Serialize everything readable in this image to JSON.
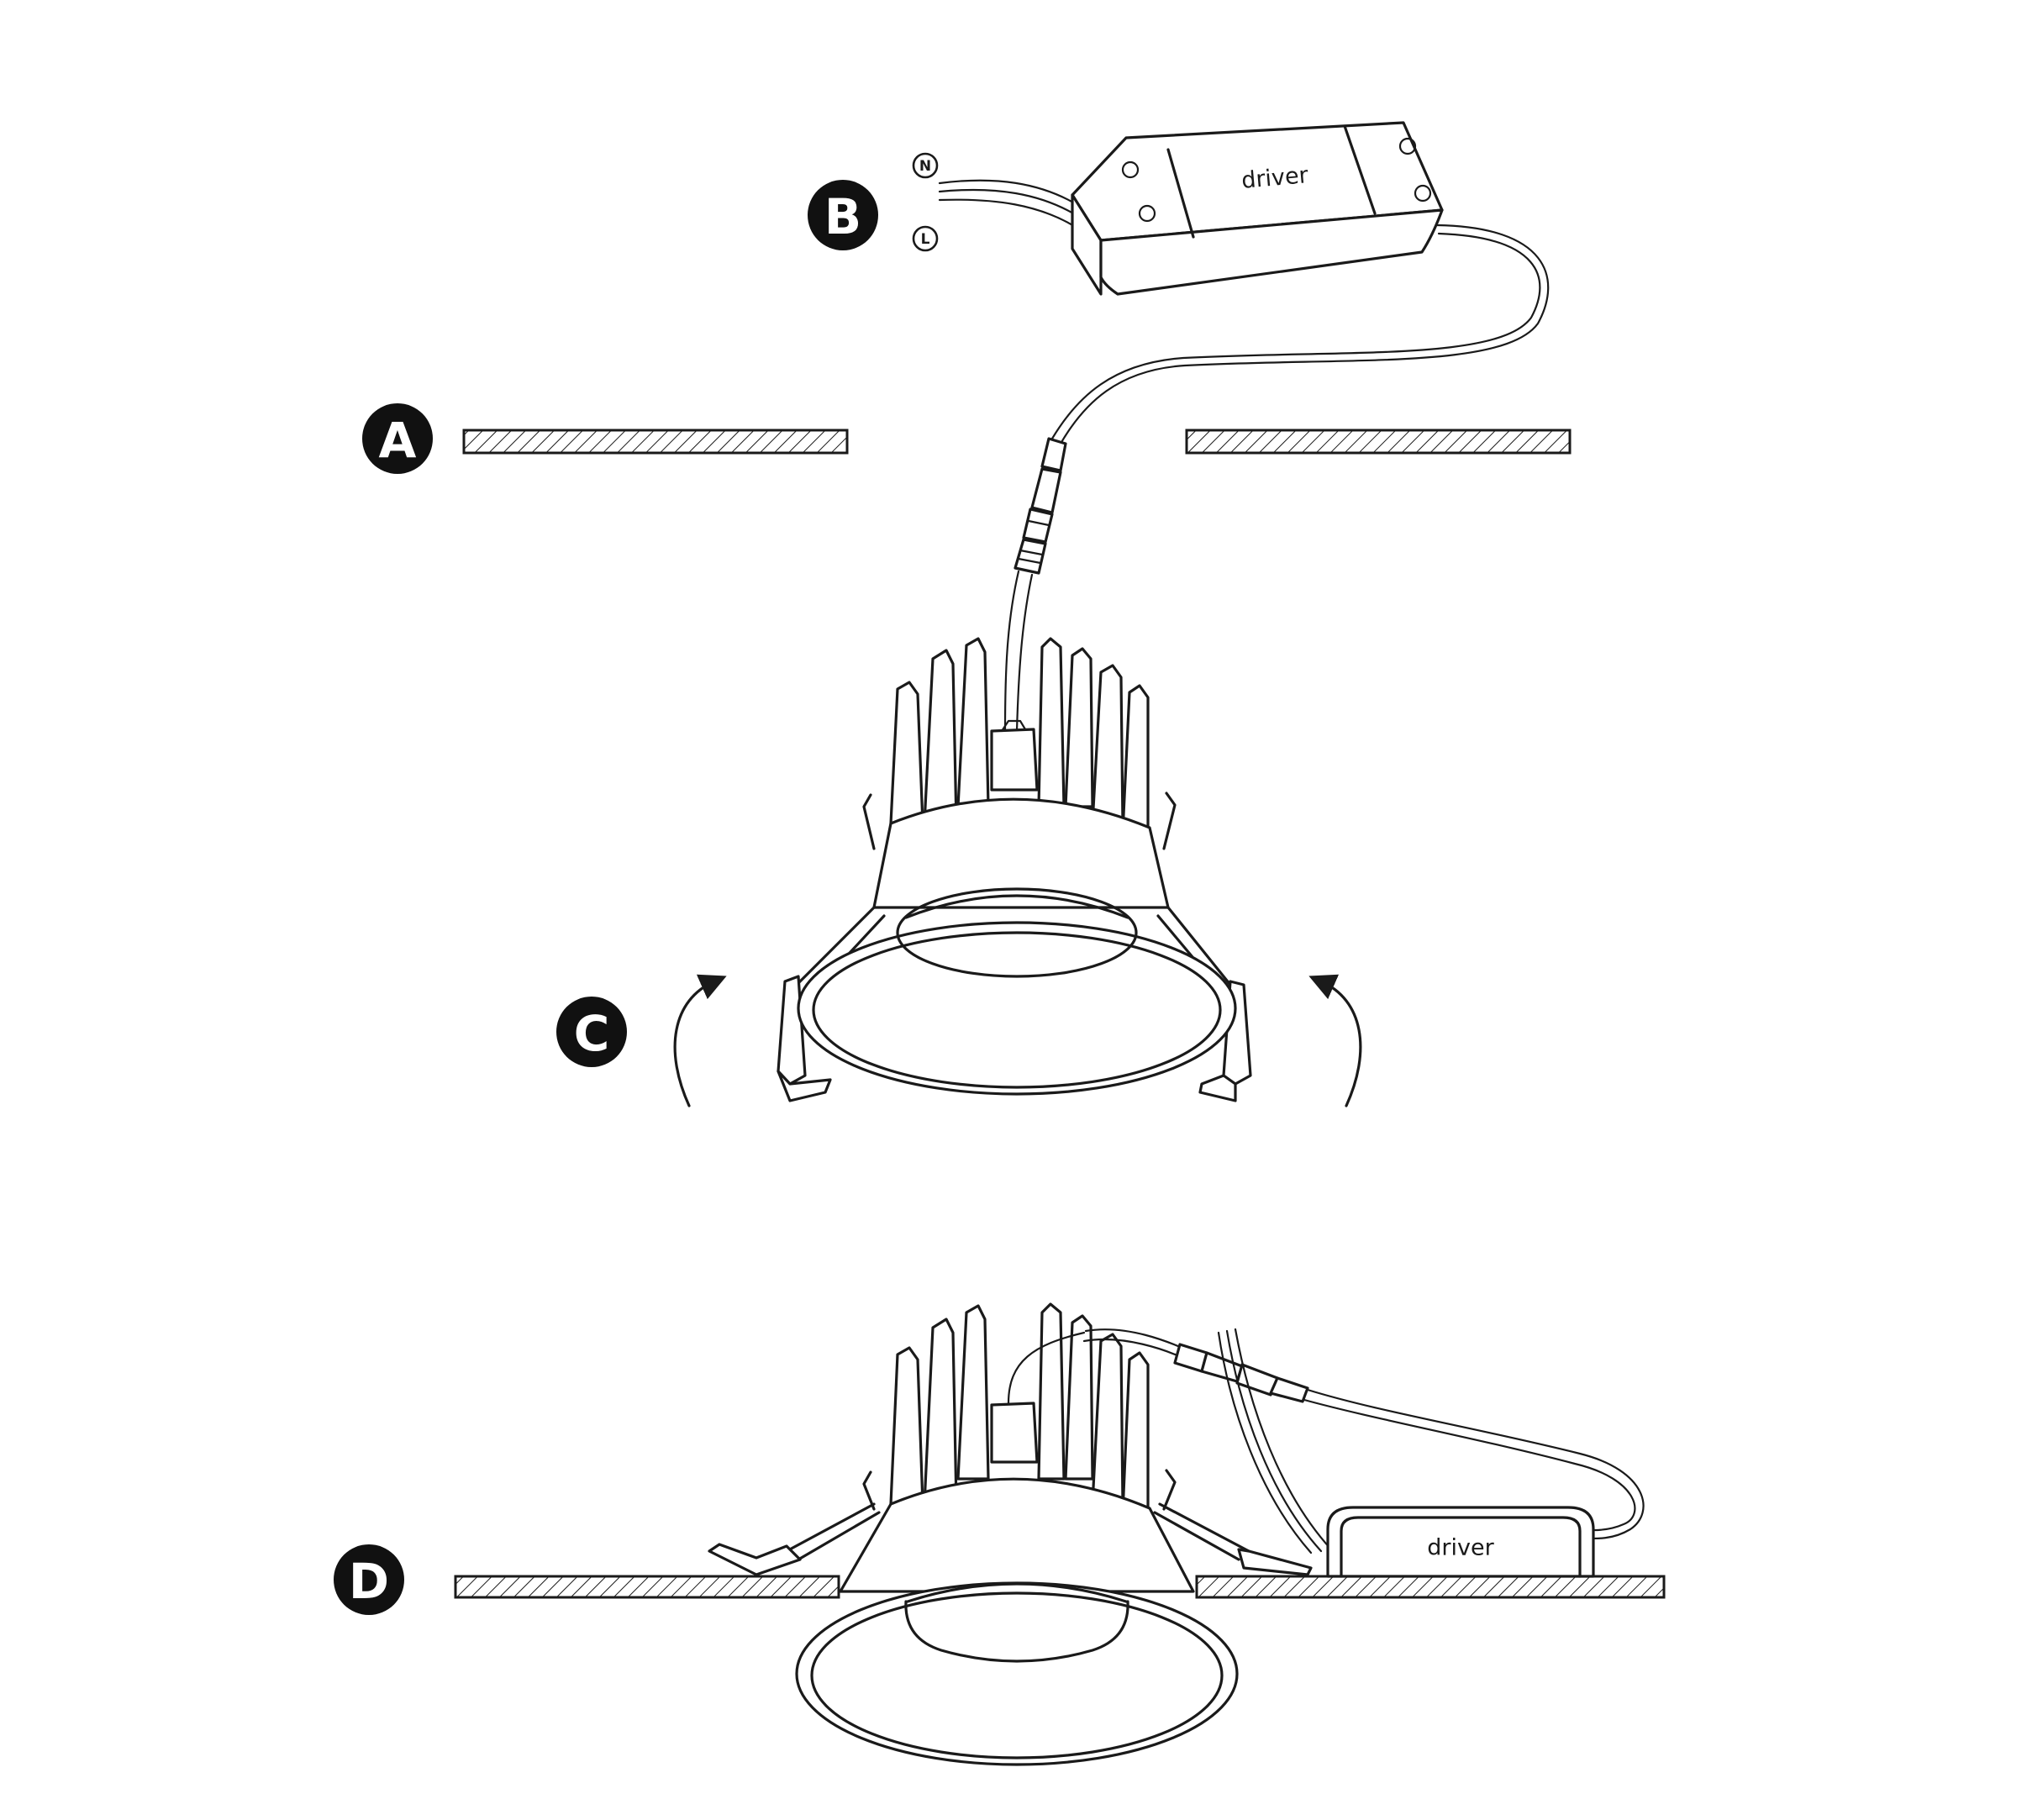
{
  "steps": {
    "a": {
      "label": "A"
    },
    "b": {
      "label": "B"
    },
    "c": {
      "label": "C"
    },
    "d": {
      "label": "D"
    }
  },
  "wires": {
    "neutral": "N",
    "live": "L"
  },
  "driver_label": "driver",
  "driver_label_installed": "driver"
}
